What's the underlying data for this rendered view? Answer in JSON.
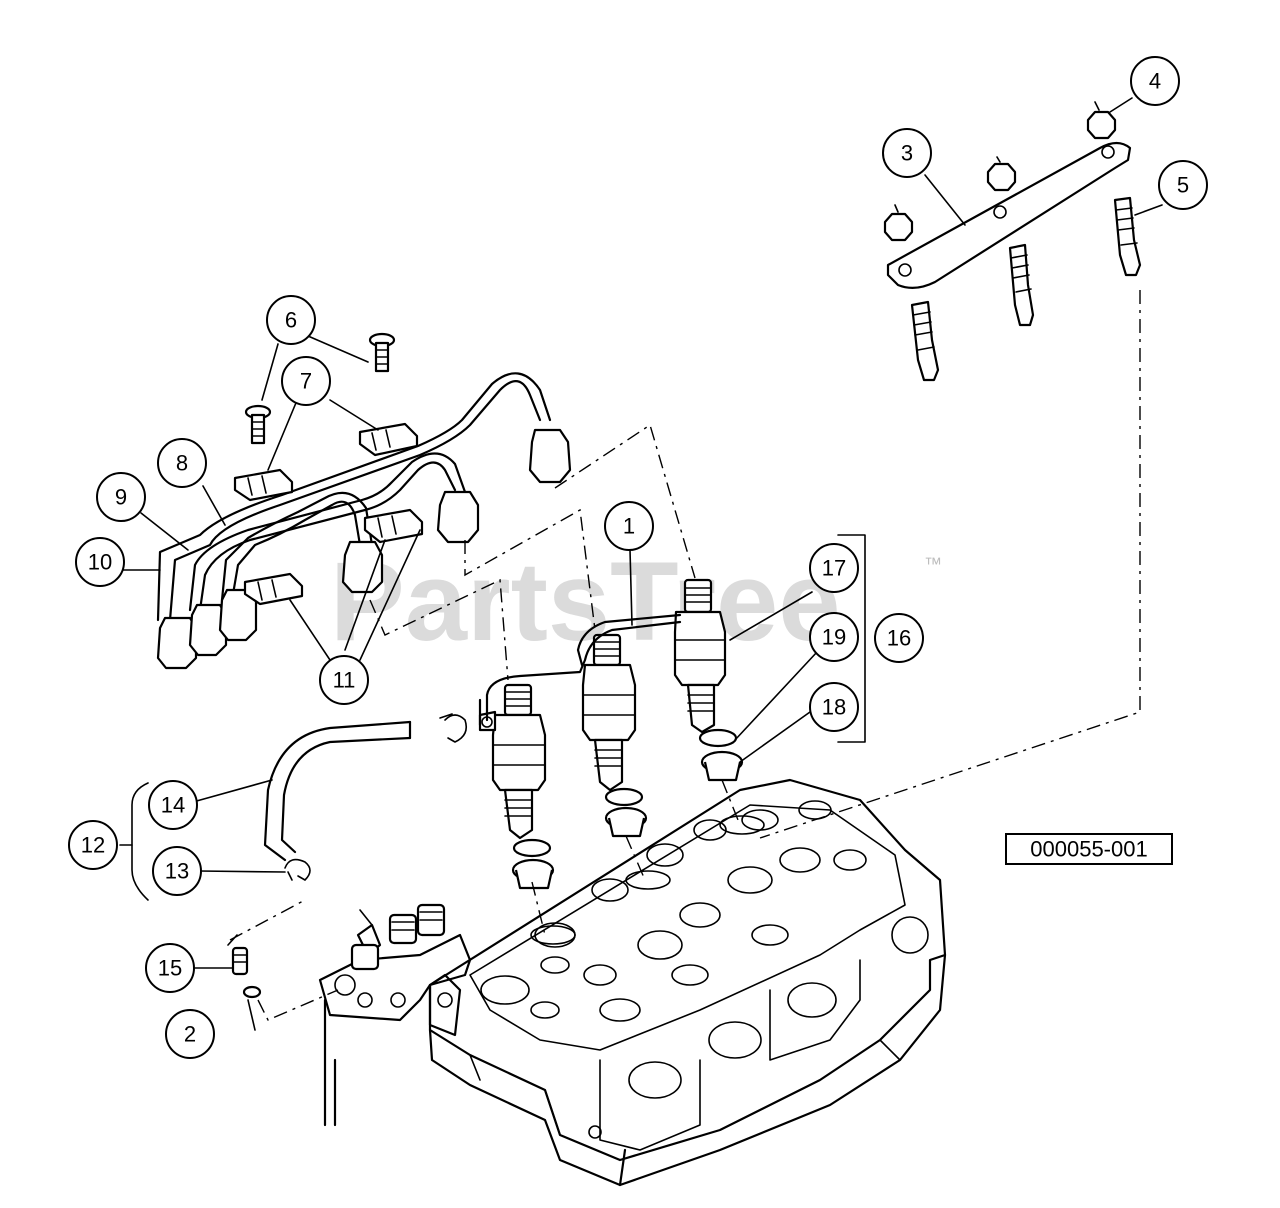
{
  "watermark": {
    "text": "PartsTree",
    "trademark": "™"
  },
  "diagram_code": "000055-001",
  "callouts": [
    {
      "id": "1",
      "label": "1"
    },
    {
      "id": "2",
      "label": "2"
    },
    {
      "id": "3",
      "label": "3"
    },
    {
      "id": "4",
      "label": "4"
    },
    {
      "id": "5",
      "label": "5"
    },
    {
      "id": "6",
      "label": "6"
    },
    {
      "id": "7",
      "label": "7"
    },
    {
      "id": "8",
      "label": "8"
    },
    {
      "id": "9",
      "label": "9"
    },
    {
      "id": "10",
      "label": "10"
    },
    {
      "id": "11",
      "label": "11"
    },
    {
      "id": "12",
      "label": "12"
    },
    {
      "id": "13",
      "label": "13"
    },
    {
      "id": "14",
      "label": "14"
    },
    {
      "id": "15",
      "label": "15"
    },
    {
      "id": "16",
      "label": "16"
    },
    {
      "id": "17",
      "label": "17"
    },
    {
      "id": "18",
      "label": "18"
    },
    {
      "id": "19",
      "label": "19"
    }
  ]
}
